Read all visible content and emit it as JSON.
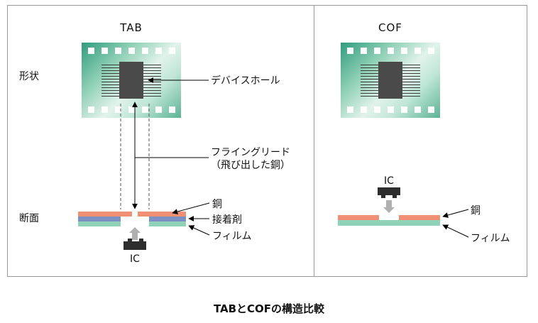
{
  "caption": "TABとCOFの構造比較",
  "row_labels": {
    "shape": "形状",
    "cross_section": "断面"
  },
  "panels": {
    "tab": {
      "title": "TAB",
      "labels": {
        "device_hole": "デバイスホール",
        "flying_lead_1": "フライングリード",
        "flying_lead_2": "（飛び出した銅）",
        "copper": "銅",
        "adhesive": "接着剤",
        "film": "フィルム",
        "ic": "IC"
      }
    },
    "cof": {
      "title": "COF",
      "labels": {
        "ic": "IC",
        "copper": "銅",
        "film": "フィルム"
      }
    }
  },
  "colors": {
    "copper": "#ef8f74",
    "adhesive": "#7c90c3",
    "film_layer": "#8fd2b7",
    "film_strip_dark": "#2f9c7d",
    "film_strip_light": "#e2f3ec",
    "chip": "#4a4a4a",
    "ic_package": "#2e2e2e",
    "arrow_gray": "#b0b0b0",
    "frame_border": "#999999"
  }
}
